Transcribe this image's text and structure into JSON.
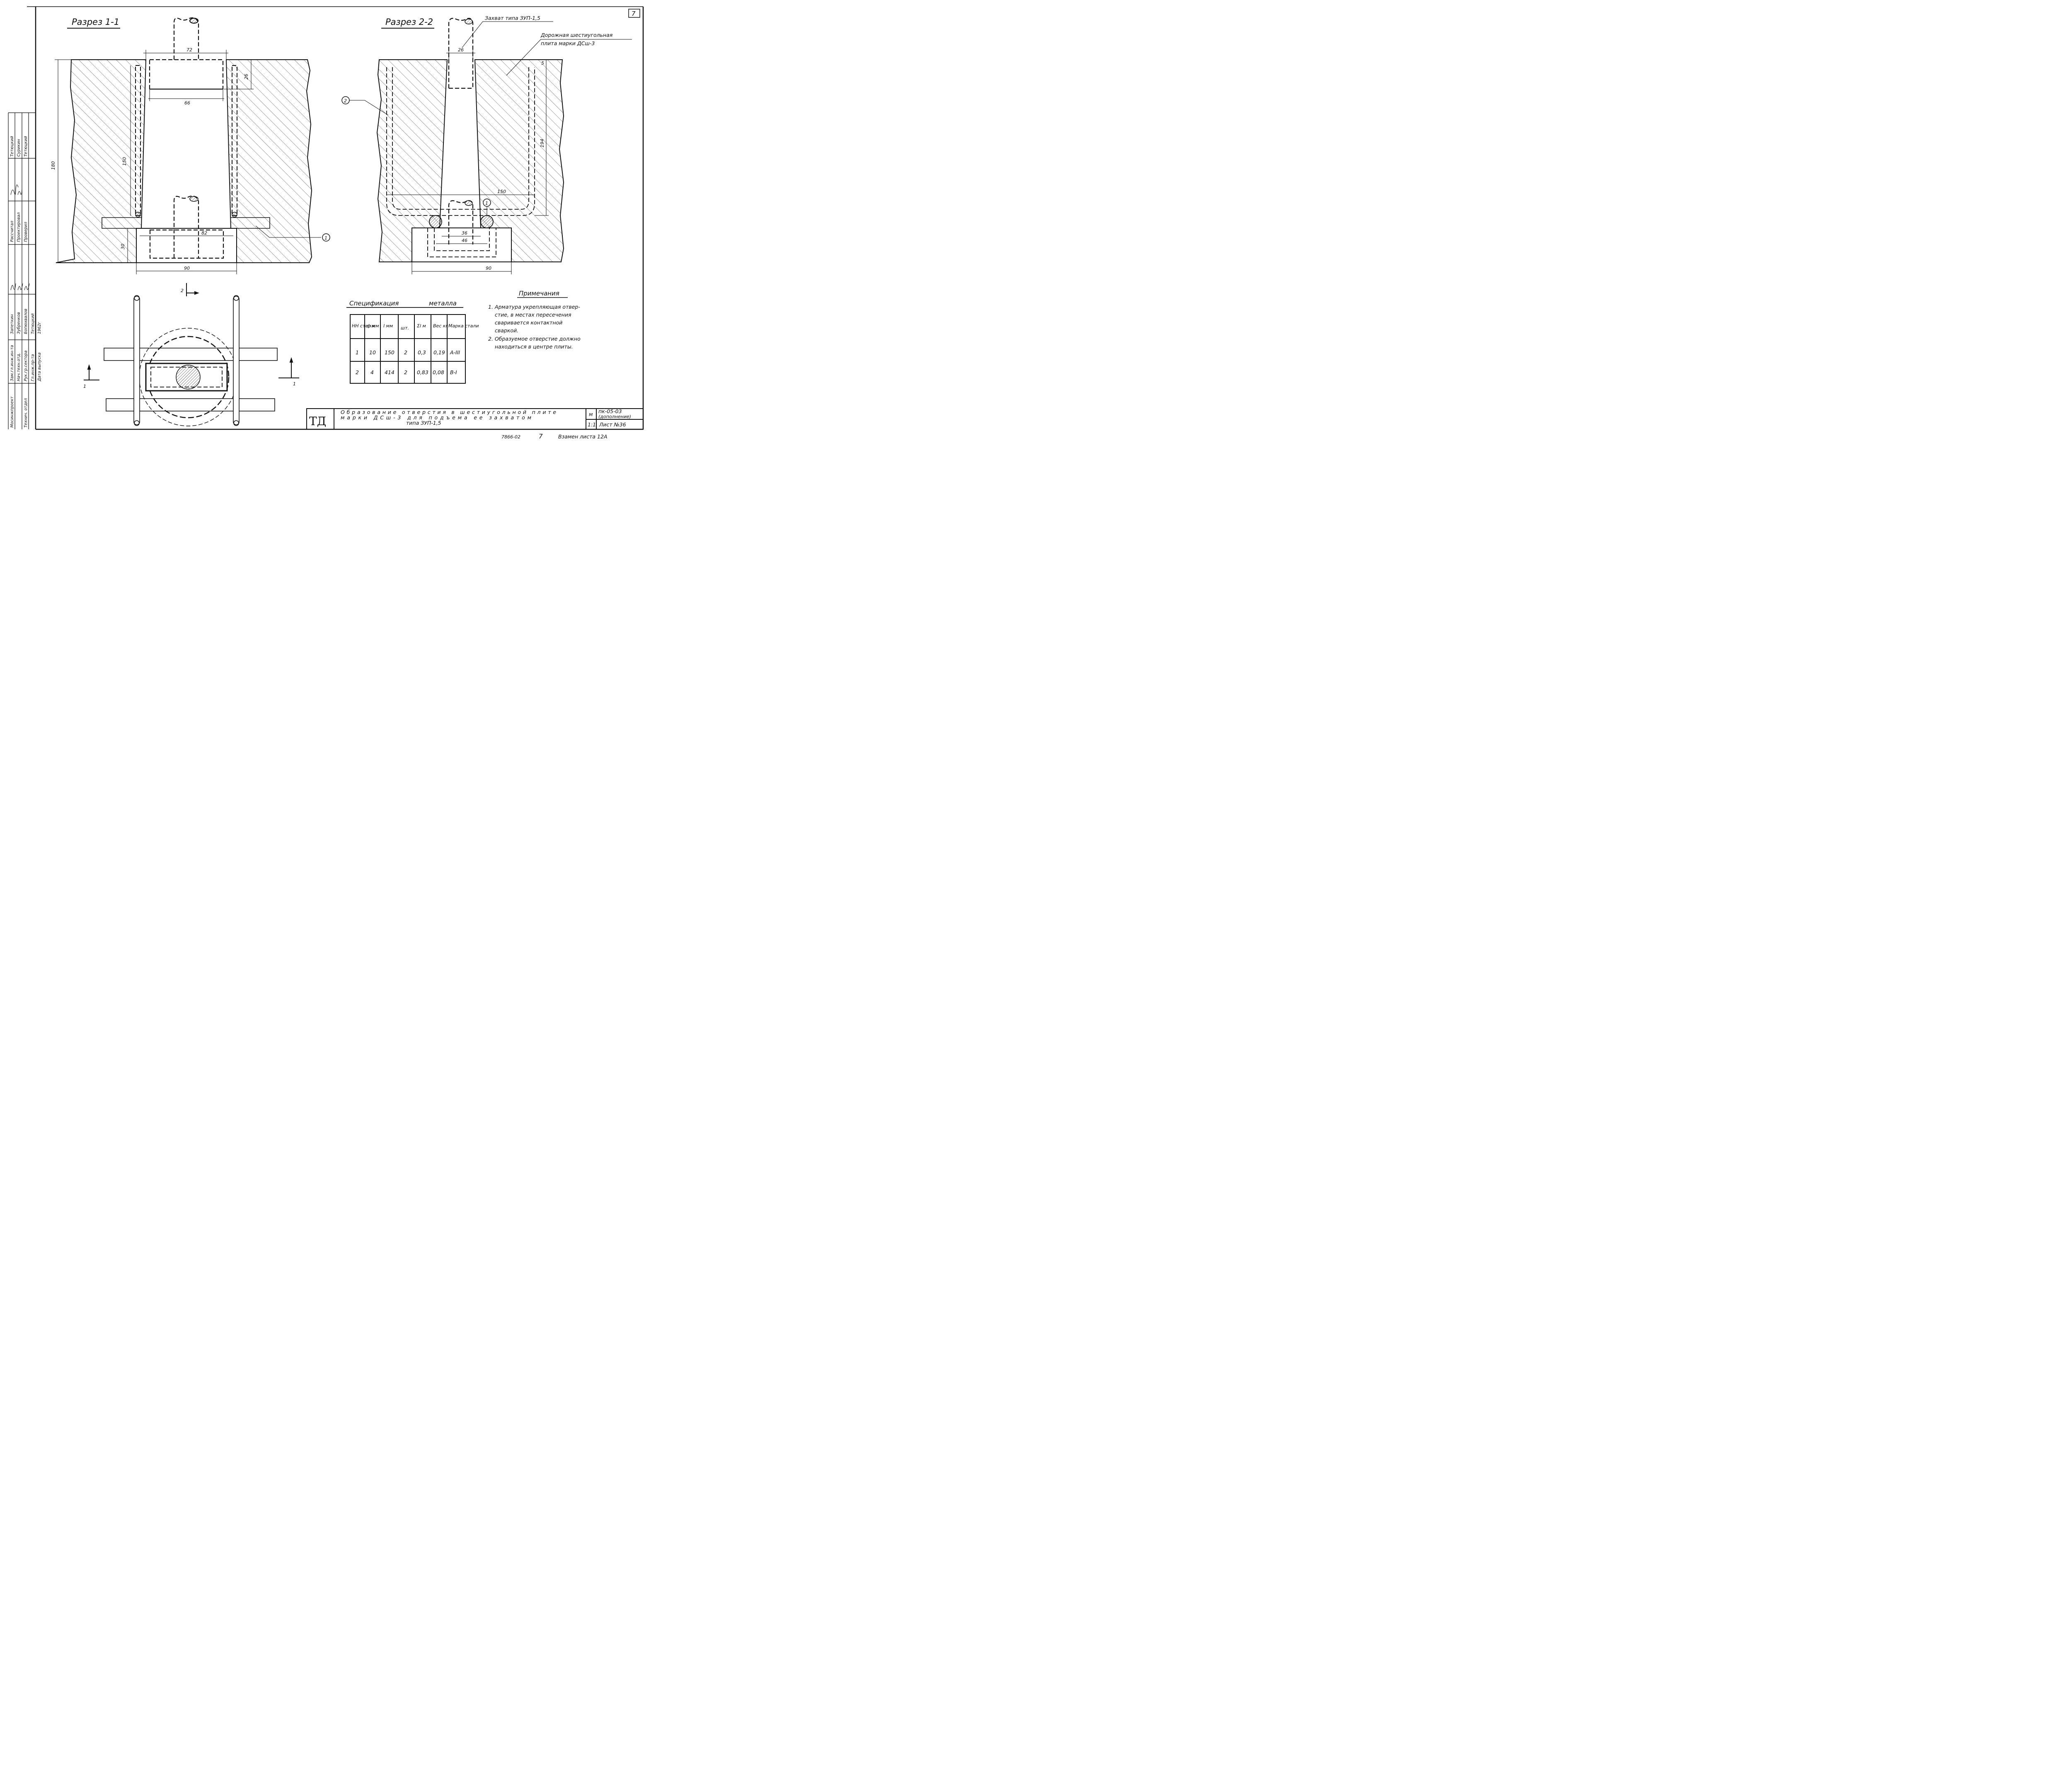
{
  "sheet_number_top": "7",
  "section1": {
    "title": "Разрез 1-1",
    "dims": {
      "d72": "72",
      "d66": "66",
      "d26": "26",
      "d150": "150",
      "d180": "180",
      "d82": "82",
      "d30": "30",
      "d90": "90"
    },
    "callout_1": "1"
  },
  "section2": {
    "title": "Разрез 2-2",
    "clamp_label": "Захват типа ЗУП-1,5",
    "plate_label_1": "Дорожная шестиугольная",
    "plate_label_2": "плита марки ДСш-3",
    "dims": {
      "d26": "26",
      "d5": "5",
      "d194": "194",
      "d150": "150",
      "d36": "36",
      "d46": "46",
      "d90": "90"
    },
    "callout_1": "1",
    "callout_2": "2"
  },
  "plan": {
    "mark_2": "2",
    "mark_1_left": "1",
    "mark_1_right": "1"
  },
  "spec": {
    "title_left": "Спецификация",
    "title_right": "металла",
    "headers": [
      "НН стерж",
      "ф мм",
      "l мм",
      "шт.",
      "Σl м",
      "Вес кг",
      "Марка стали"
    ],
    "rows": [
      [
        "1",
        "10",
        "150",
        "2",
        "0,3",
        "0,19",
        "A-III"
      ],
      [
        "2",
        "4",
        "414",
        "2",
        "0,83",
        "0,08",
        "B-I"
      ]
    ]
  },
  "notes": {
    "title": "Примечания",
    "lines": [
      "1. Арматура укрепляющая отвер-",
      "стие, в местах пересечения",
      "сваривается контактной",
      "сваркой.",
      "2. Образуемое отверстие должно",
      "находиться в центре плиты."
    ]
  },
  "left_stamp": {
    "roles": [
      "Зам.гл.инж.ин-та",
      "Нач.техн.отд.",
      "Рук.гр.сектора",
      "Гл.инж.пр-та",
      "Дата выпуска"
    ],
    "sig_names": [
      "Запеткин",
      "Зубренков",
      "Бопюхвалов",
      "Тетюцкий",
      "1962г"
    ],
    "org": "Мосинжпроект",
    "dept": "Технич. отдел",
    "ops": [
      "Рассчитал",
      "Проектировал",
      "Проверил"
    ],
    "op_names": [
      "Тетюцкий",
      "Сурикин",
      "Тетюцкий"
    ]
  },
  "title_block": {
    "code": "ТД",
    "title_1": "Образование отверстия в шестиугольной плите",
    "title_2": "марки ДСш-3 для подъема ее захватом",
    "title_3": "типа ЗУП-1,5",
    "m_label": "м",
    "scale": "1:1",
    "doc": "пк-05-03",
    "doc_note": "(дополнение)",
    "sheet": "Лист №36"
  },
  "footer": {
    "num": "7866-02",
    "page": "7",
    "replaces": "Взамен листа 12А"
  }
}
